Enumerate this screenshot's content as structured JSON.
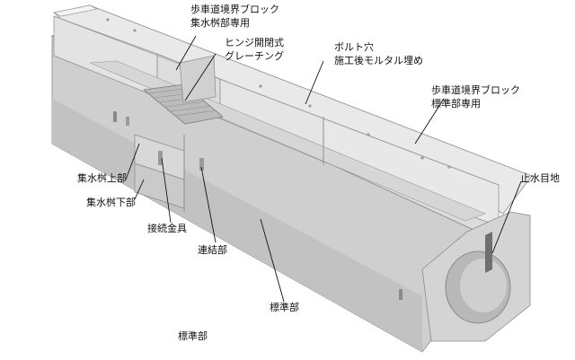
{
  "labels": {
    "curb_catch_basin_line1": "歩車道境界ブロック",
    "curb_catch_basin_line2": "集水桝部専用",
    "hinge_grating_line1": "ヒンジ開閉式",
    "hinge_grating_line2": "グレーチング",
    "bolt_hole_line1": "ボルト穴",
    "bolt_hole_line2": "施工後モルタル埋め",
    "curb_standard_line1": "歩車道境界ブロック",
    "curb_standard_line2": "標準部専用",
    "waterstop_joint": "止水目地",
    "catch_basin_upper": "集水桝上部",
    "catch_basin_lower": "集水桝下部",
    "connector_hardware": "接続金具",
    "connection_part": "連結部",
    "standard_part_center": "標準部",
    "standard_part_bottom": "標準部"
  },
  "colors": {
    "body_light": "#e6e6e6",
    "body_mid": "#d2d2d2",
    "body_dark": "#b4b4b4",
    "edge": "#8a8a8a",
    "ink": "#111111"
  }
}
